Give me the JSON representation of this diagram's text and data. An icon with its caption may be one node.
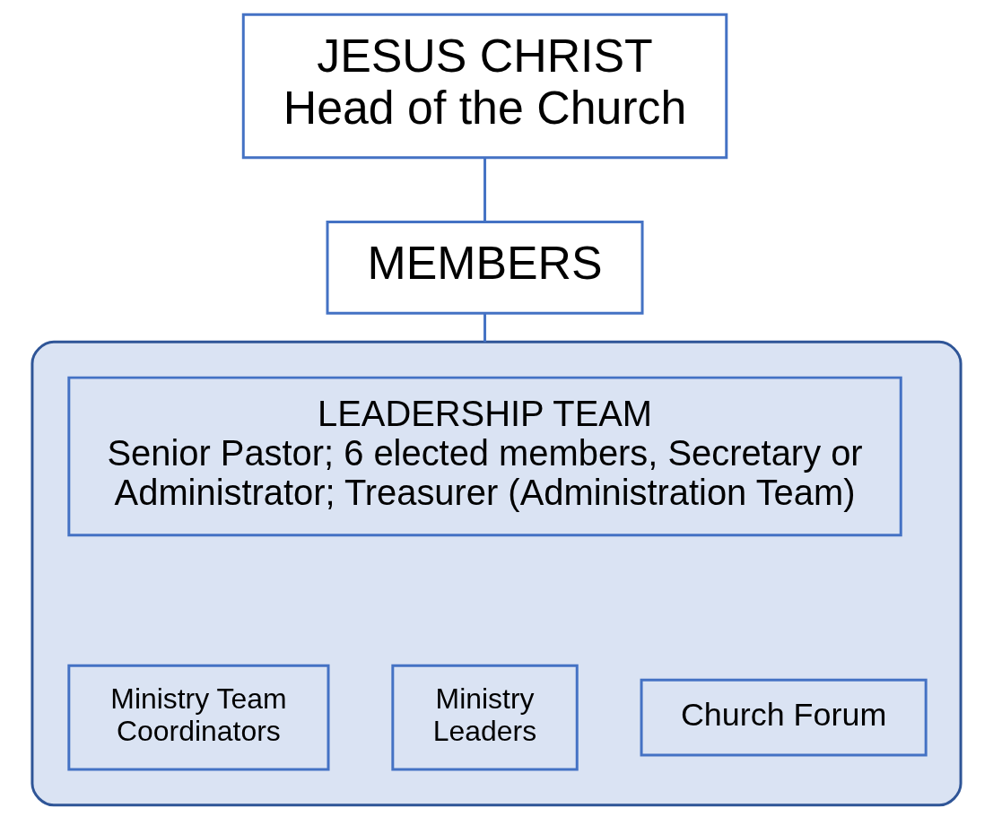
{
  "diagram": {
    "nodes": [
      {
        "text": [
          "JESUS CHRIST",
          "Head of the Church"
        ]
      },
      {
        "text": [
          "MEMBERS"
        ]
      },
      {
        "text": [],
        "shape": "box"
      },
      {
        "text": [
          "LEADERSHIP TEAM",
          "Senior Pastor; 6 elected members, Secretary or Administrator; Treasurer (Administration Team)"
        ],
        "in": 2
      },
      {
        "text": [
          "Ministry Team Coordinators"
        ],
        "in": 2
      },
      {
        "text": [
          "Ministry Leaders"
        ],
        "in": 2
      },
      {
        "text": [
          "Church Forum"
        ],
        "in": 2
      }
    ],
    "edges": [
      {
        "from": 0,
        "to": 1,
        "arrow": "none"
      },
      {
        "from": 1,
        "to": 2,
        "arrow": "none"
      }
    ]
  }
}
